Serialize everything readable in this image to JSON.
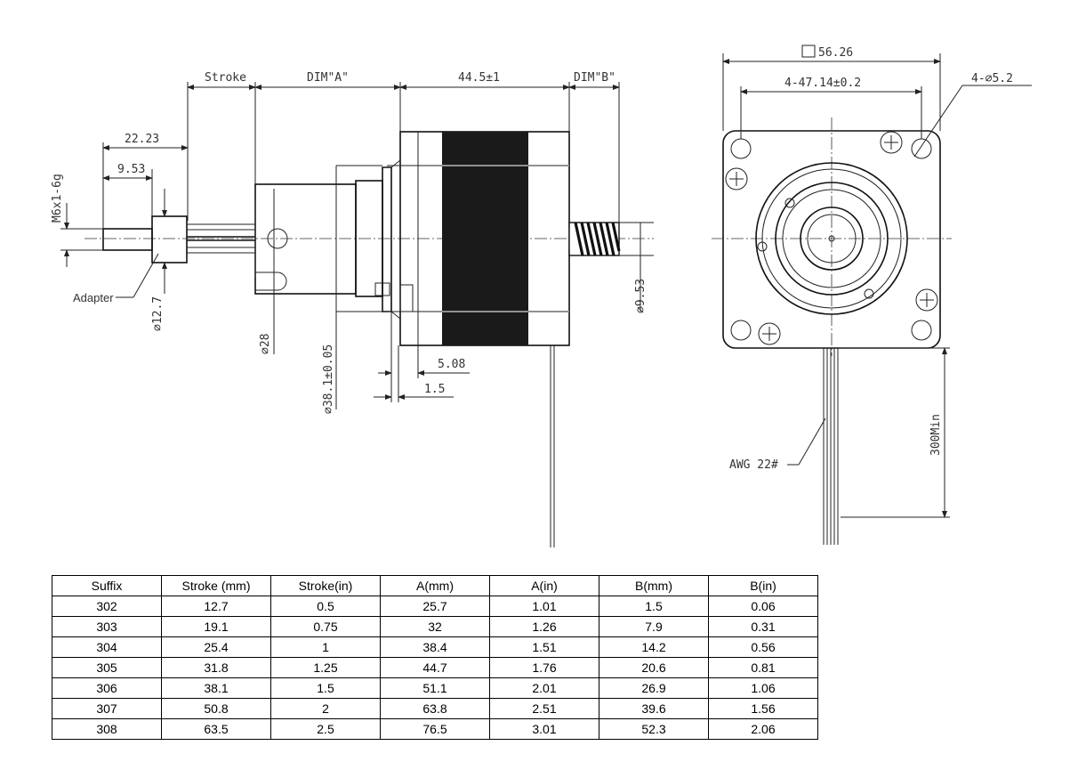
{
  "drawing": {
    "side_view": {
      "stroke_label": "Stroke",
      "dim_a_label": "DIM\"A\"",
      "body_length_label": "44.5±1",
      "dim_b_label": "DIM\"B\"",
      "dim_22_23": "22.23",
      "dim_9_53_top": "9.53",
      "thread_label": "M6x1-6g",
      "adapter_label": "Adapter",
      "dia_12_7": "∅12.7",
      "dia_28": "∅28",
      "dia_38_1": "∅38.1±0.05",
      "dim_5_08": "5.08",
      "dim_1_5": "1.5",
      "dia_9_53_screw": "∅9.53"
    },
    "front_view": {
      "square_label": "56.26",
      "hole_spacing_label": "4-47.14±0.2",
      "hole_dia_label": "4-∅5.2",
      "lead_length_label": "300Min",
      "wire_label": "AWG 22#"
    }
  },
  "table": {
    "headers": [
      "Suffix",
      "Stroke (mm)",
      "Stroke(in)",
      "A(mm)",
      "A(in)",
      "B(mm)",
      "B(in)"
    ],
    "rows": [
      [
        "302",
        "12.7",
        "0.5",
        "25.7",
        "1.01",
        "1.5",
        "0.06"
      ],
      [
        "303",
        "19.1",
        "0.75",
        "32",
        "1.26",
        "7.9",
        "0.31"
      ],
      [
        "304",
        "25.4",
        "1",
        "38.4",
        "1.51",
        "14.2",
        "0.56"
      ],
      [
        "305",
        "31.8",
        "1.25",
        "44.7",
        "1.76",
        "20.6",
        "0.81"
      ],
      [
        "306",
        "38.1",
        "1.5",
        "51.1",
        "2.01",
        "26.9",
        "1.06"
      ],
      [
        "307",
        "50.8",
        "2",
        "63.8",
        "2.51",
        "39.6",
        "1.56"
      ],
      [
        "308",
        "63.5",
        "2.5",
        "76.5",
        "3.01",
        "52.3",
        "2.06"
      ]
    ]
  }
}
